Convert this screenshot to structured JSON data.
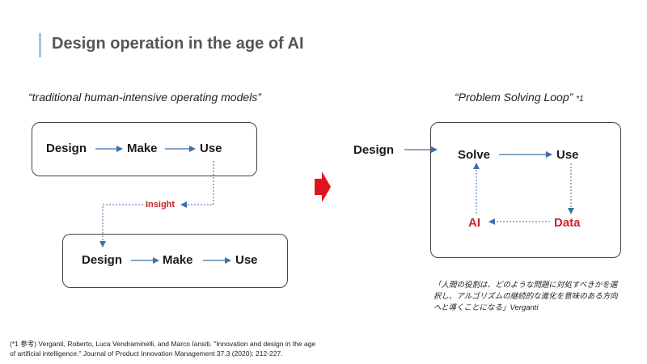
{
  "slide": {
    "title": "Design operation in the age of AI"
  },
  "left_diagram": {
    "caption": "“traditional human-intensive operating models”",
    "top_row": [
      "Design",
      "Make",
      "Use"
    ],
    "feedback_label": "Insight",
    "bottom_row": [
      "Design",
      "Make",
      "Use"
    ]
  },
  "right_diagram": {
    "caption": "“Problem Solving Loop”",
    "caption_ref": "*1",
    "input_label": "Design",
    "loop": {
      "solve": "Solve",
      "use": "Use",
      "data": "Data",
      "ai": "AI"
    },
    "quote_lines": [
      "「人間の役割は、どのような問題に対処すべきかを選",
      "択し、アルゴリズムの継続的な進化を意味のある方向",
      "へと導くことになる」Verganti"
    ]
  },
  "footnote": {
    "lines": [
      "(*1 参考) Verganti, Roberto, Luca Vendraminelli, and Marco Iansiti. \"Innovation and design in the age",
      "of artificial intelligence.\" Journal of Product Innovation Management 37.3 (2020): 212-227."
    ]
  },
  "colors": {
    "title_accent": "#9fc6e0",
    "arrow_blue": "#3e6fa8",
    "highlight_red": "#d1222a",
    "transition_arrow": "#e0141e"
  }
}
